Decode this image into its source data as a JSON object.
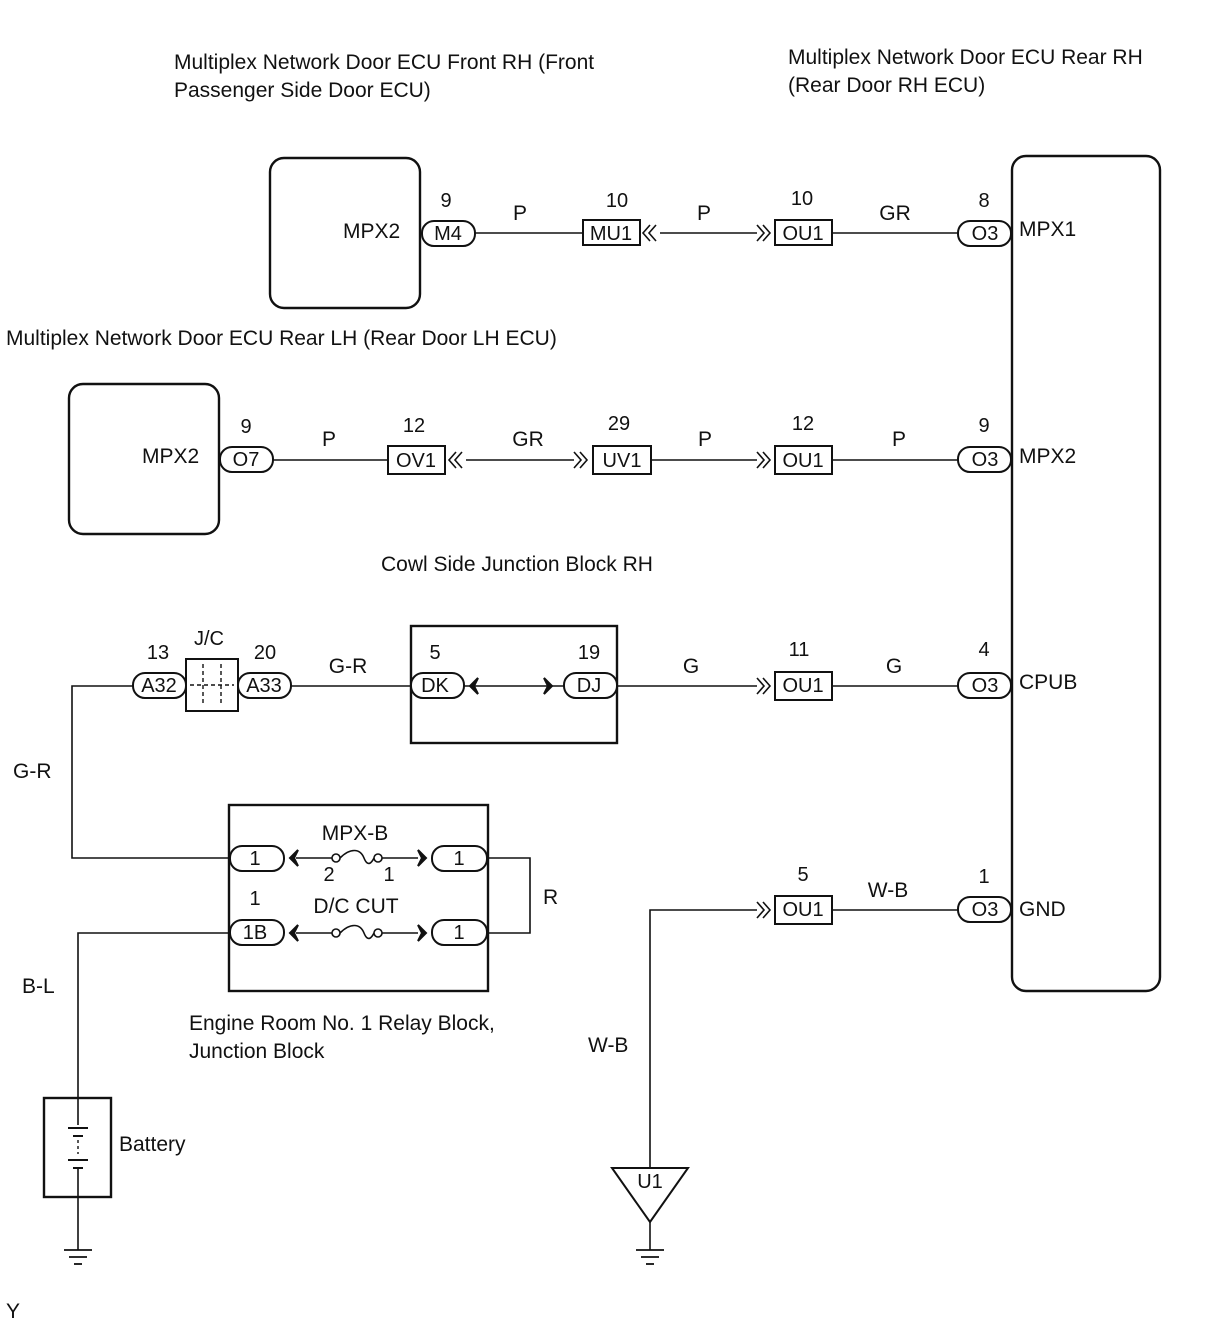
{
  "components": {
    "ecu_front_rh": "Multiplex Network Door ECU Front RH (Front Passenger Side Door ECU)",
    "ecu_front_rh_line1": "Multiplex Network Door ECU Front RH (Front",
    "ecu_front_rh_line2": "Passenger Side Door ECU)",
    "ecu_rear_rh_line1": "Multiplex Network Door ECU Rear RH",
    "ecu_rear_rh_line2": "(Rear Door RH ECU)",
    "ecu_rear_lh": "Multiplex Network Door ECU Rear LH (Rear Door LH ECU)",
    "cowl_jb": "Cowl Side Junction Block RH",
    "relay_block_line1": "Engine Room No. 1 Relay Block,",
    "relay_block_line2": "Junction Block",
    "battery": "Battery",
    "ground_ref": "Y"
  },
  "rows": {
    "row1": {
      "term_left": "MPX2",
      "c1": {
        "pin": "9",
        "conn": "M4"
      },
      "w1": "P",
      "c2": {
        "pin": "10",
        "conn": "MU1"
      },
      "w2": "P",
      "c3": {
        "pin": "10",
        "conn": "OU1"
      },
      "w3": "GR",
      "c4": {
        "pin": "8",
        "conn": "O3"
      },
      "term_right": "MPX1"
    },
    "row2": {
      "term_left": "MPX2",
      "c1": {
        "pin": "9",
        "conn": "O7"
      },
      "w1": "P",
      "c2": {
        "pin": "12",
        "conn": "OV1"
      },
      "w2": "GR",
      "c3": {
        "pin": "29",
        "conn": "UV1"
      },
      "w3": "P",
      "c4": {
        "pin": "12",
        "conn": "OU1"
      },
      "w4": "P",
      "c5": {
        "pin": "9",
        "conn": "O3"
      },
      "term_right": "MPX2"
    },
    "row3": {
      "c1": {
        "pin": "13",
        "conn": "A32"
      },
      "jc": "J/C",
      "c2": {
        "pin": "20",
        "conn": "A33"
      },
      "w1": "G-R",
      "c3": {
        "pin": "5",
        "conn": "DK"
      },
      "c4": {
        "pin": "19",
        "conn": "DJ"
      },
      "w2": "G",
      "c5": {
        "pin": "11",
        "conn": "OU1"
      },
      "w3": "G",
      "c6": {
        "pin": "4",
        "conn": "O3"
      },
      "term_right": "CPUB",
      "w_down": "G-R"
    },
    "relay": {
      "fuse1": "MPX-B",
      "fuse1_pin_a": "2",
      "fuse1_pin_b": "1",
      "fuse2": "D/C CUT",
      "c_in1": "1",
      "c_in2_pin": "1",
      "c_in2": "1B",
      "c_out1": "1",
      "c_out2": "1",
      "w_loop": "R",
      "w_batt": "B-L"
    },
    "gnd": {
      "c1": {
        "pin": "5",
        "conn": "OU1"
      },
      "w1": "W-B",
      "c2": {
        "pin": "1",
        "conn": "O3"
      },
      "term_right": "GND",
      "w_down": "W-B",
      "ground_point": "U1"
    }
  }
}
